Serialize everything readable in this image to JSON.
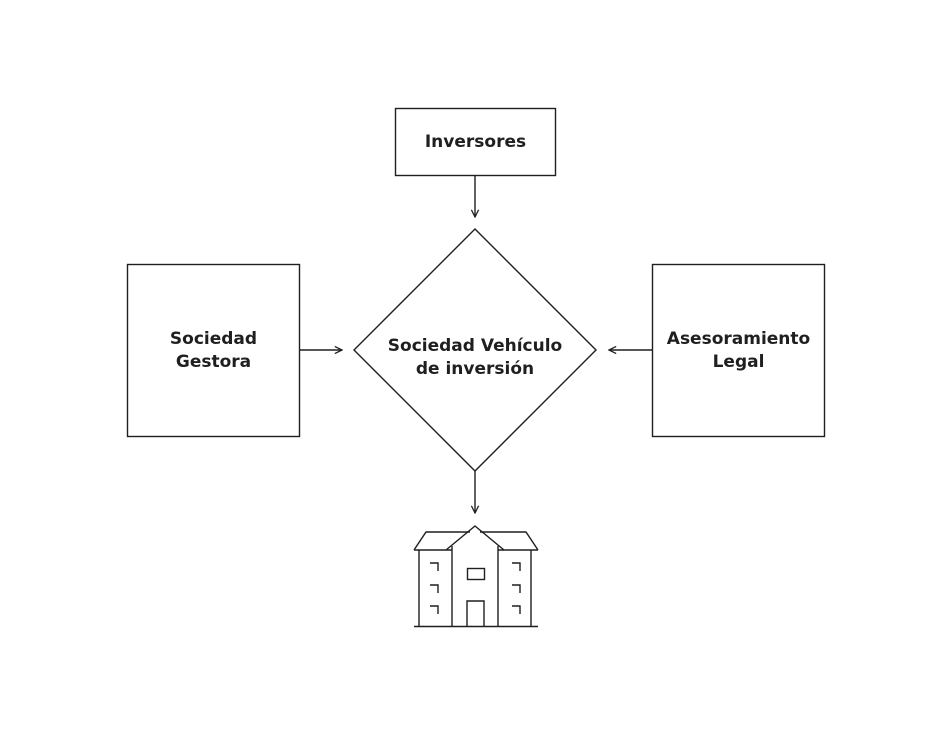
{
  "diagram": {
    "nodes": {
      "investors": {
        "label": "Inversores"
      },
      "manager": {
        "label": "Sociedad\nGestora"
      },
      "vehicle": {
        "label": "Sociedad Vehículo\nde inversión"
      },
      "legal": {
        "label": "Asesoramiento\nLegal"
      },
      "building": {
        "icon": "apartment-building-icon"
      }
    },
    "edges": [
      {
        "from": "investors",
        "to": "vehicle"
      },
      {
        "from": "manager",
        "to": "vehicle"
      },
      {
        "from": "legal",
        "to": "vehicle"
      },
      {
        "from": "vehicle",
        "to": "building"
      }
    ],
    "colors": {
      "stroke": "#1f1f1f",
      "background": "#ffffff"
    }
  }
}
